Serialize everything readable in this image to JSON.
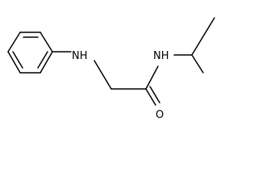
{
  "molecule": {
    "labels": {
      "amine_nh": "NH",
      "amide_nh": "NH",
      "carbonyl_o": "O"
    },
    "colors": {
      "bond": "#000000",
      "text": "#000000",
      "background": "#ffffff"
    }
  }
}
